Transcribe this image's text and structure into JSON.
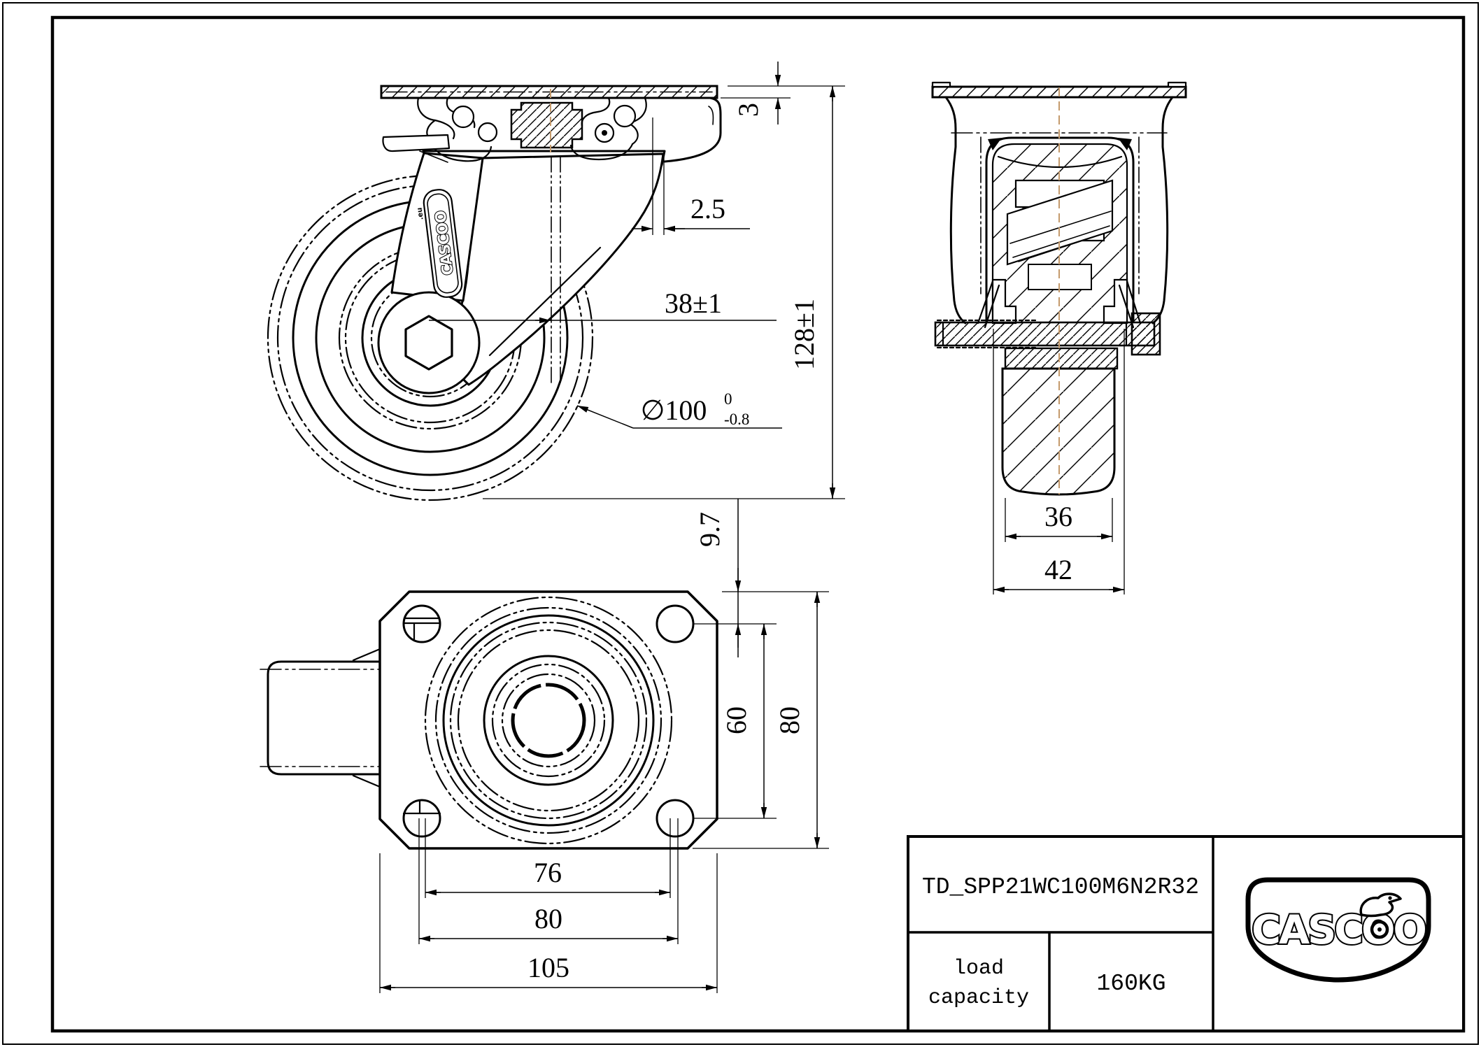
{
  "colors": {
    "line": "#000000",
    "accent_centerline": "#c49a6c"
  },
  "side_view": {
    "dims": {
      "plate_thickness": "3",
      "rim_offset": "2.5",
      "axle_offset": "38±1",
      "overall_height": "128±1",
      "wheel_diameter": "∅100",
      "wheel_dia_tol_upper": "0",
      "wheel_dia_tol_lower": "-0.8"
    },
    "badge": {
      "brand_text": "CASCOO",
      "brand_suffix": ".eu"
    }
  },
  "section_view": {
    "dims": {
      "tread_width": "36",
      "overall_width": "42"
    }
  },
  "bottom_view": {
    "dims": {
      "bolt_hole_offset": "9.7",
      "hole_pitch_vertical": "60",
      "plate_depth": "80",
      "hole_pitch_horizontal": "76",
      "hole_span_horizontal": "80",
      "plate_width": "105"
    }
  },
  "title_block": {
    "part_number": "TD_SPP21WC100M6N2R32",
    "load_label_line1": "load",
    "load_label_line2": "capacity",
    "load_value": "160KG",
    "brand": "CASCOO"
  }
}
